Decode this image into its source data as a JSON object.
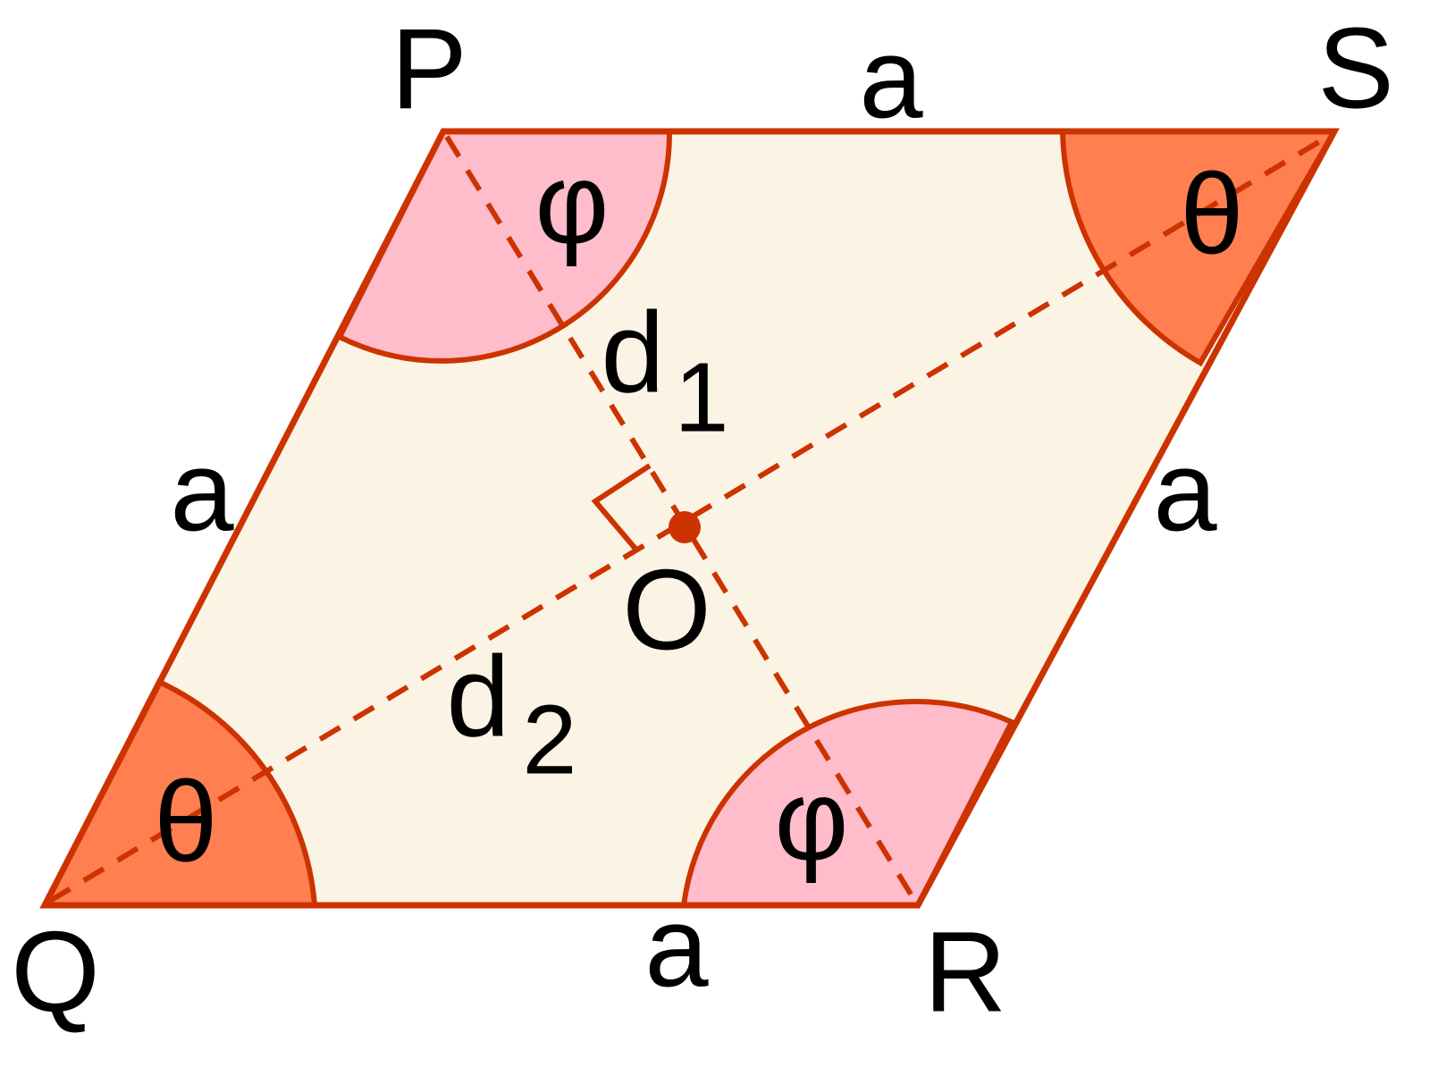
{
  "colors": {
    "stroke": "#CC3300",
    "fill": "#FBF4E4",
    "theta_fill": "#FF7F50",
    "phi_fill": "#FFBCCB"
  },
  "vertices": {
    "P": "P",
    "Q": "Q",
    "R": "R",
    "S": "S"
  },
  "center": "O",
  "sides": {
    "top": "a",
    "left": "a",
    "right": "a",
    "bottom": "a"
  },
  "diagonals": {
    "d1": {
      "base": "d",
      "sub": "1"
    },
    "d2": {
      "base": "d",
      "sub": "2"
    }
  },
  "angles": {
    "phi": "φ",
    "theta": "θ"
  }
}
